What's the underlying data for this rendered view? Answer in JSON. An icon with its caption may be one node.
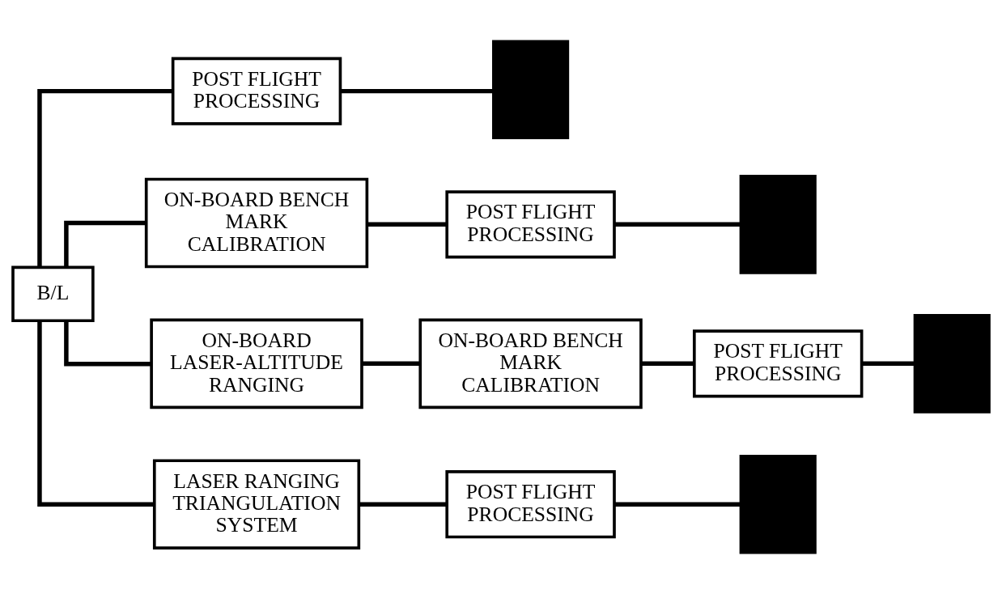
{
  "diagram": {
    "nodes": [
      {
        "text": [
          "B/L"
        ]
      },
      {
        "text": [
          "POST FLIGHT PROCESSING"
        ]
      },
      {
        "text": [],
        "shape": "box"
      },
      {
        "text": [
          "ON-BOARD BENCH MARK CALIBRATION"
        ]
      },
      {
        "text": [
          "POST FLIGHT PROCESSING"
        ]
      },
      {
        "text": [],
        "shape": "box"
      },
      {
        "text": [
          "ON-BOARD LASER-ALTITUDE RANGING"
        ]
      },
      {
        "text": [
          "ON-BOARD BENCH MARK CALIBRATION"
        ]
      },
      {
        "text": [
          "POST FLIGHT PROCESSING"
        ]
      },
      {
        "text": [],
        "shape": "box"
      },
      {
        "text": [
          "LASER RANGING TRIANGULATION SYSTEM"
        ]
      },
      {
        "text": [
          "POST FLIGHT PROCESSING"
        ]
      },
      {
        "text": [],
        "shape": "box"
      }
    ],
    "edges": [
      {
        "from": 0,
        "to": 1,
        "arrow": "none"
      },
      {
        "from": 1,
        "to": 2,
        "arrow": "none"
      },
      {
        "from": 0,
        "to": 3,
        "arrow": "none"
      },
      {
        "from": 3,
        "to": 4,
        "arrow": "none"
      },
      {
        "from": 4,
        "to": 5,
        "arrow": "none"
      },
      {
        "from": 0,
        "to": 6,
        "arrow": "none"
      },
      {
        "from": 6,
        "to": 7,
        "arrow": "none"
      },
      {
        "from": 7,
        "to": 8,
        "arrow": "none"
      },
      {
        "from": 8,
        "to": 9,
        "arrow": "none"
      },
      {
        "from": 0,
        "to": 10,
        "arrow": "none"
      },
      {
        "from": 10,
        "to": 11,
        "arrow": "none"
      },
      {
        "from": 11,
        "to": 12,
        "arrow": "none"
      }
    ]
  }
}
